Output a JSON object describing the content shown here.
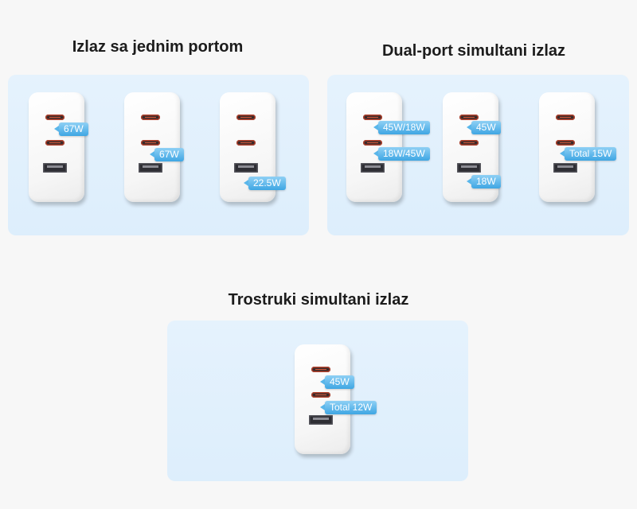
{
  "sections": {
    "single": {
      "title": "Izlaz sa jednim portom",
      "labels": [
        "67W",
        "67W",
        "22.5W"
      ]
    },
    "dual": {
      "title": "Dual-port simultani izlaz",
      "labels": [
        "45W/18W",
        "18W/45W",
        "45W",
        "18W",
        "Total 15W"
      ]
    },
    "triple": {
      "title": "Trostruki simultani izlaz",
      "labels": [
        "45W",
        "Total 12W"
      ]
    }
  },
  "colors": {
    "panel_bg": "#e3f1fd",
    "tag_bg": "#4aaee6",
    "usb_c_accent": "#b3412c",
    "charger_body": "#ffffff"
  }
}
